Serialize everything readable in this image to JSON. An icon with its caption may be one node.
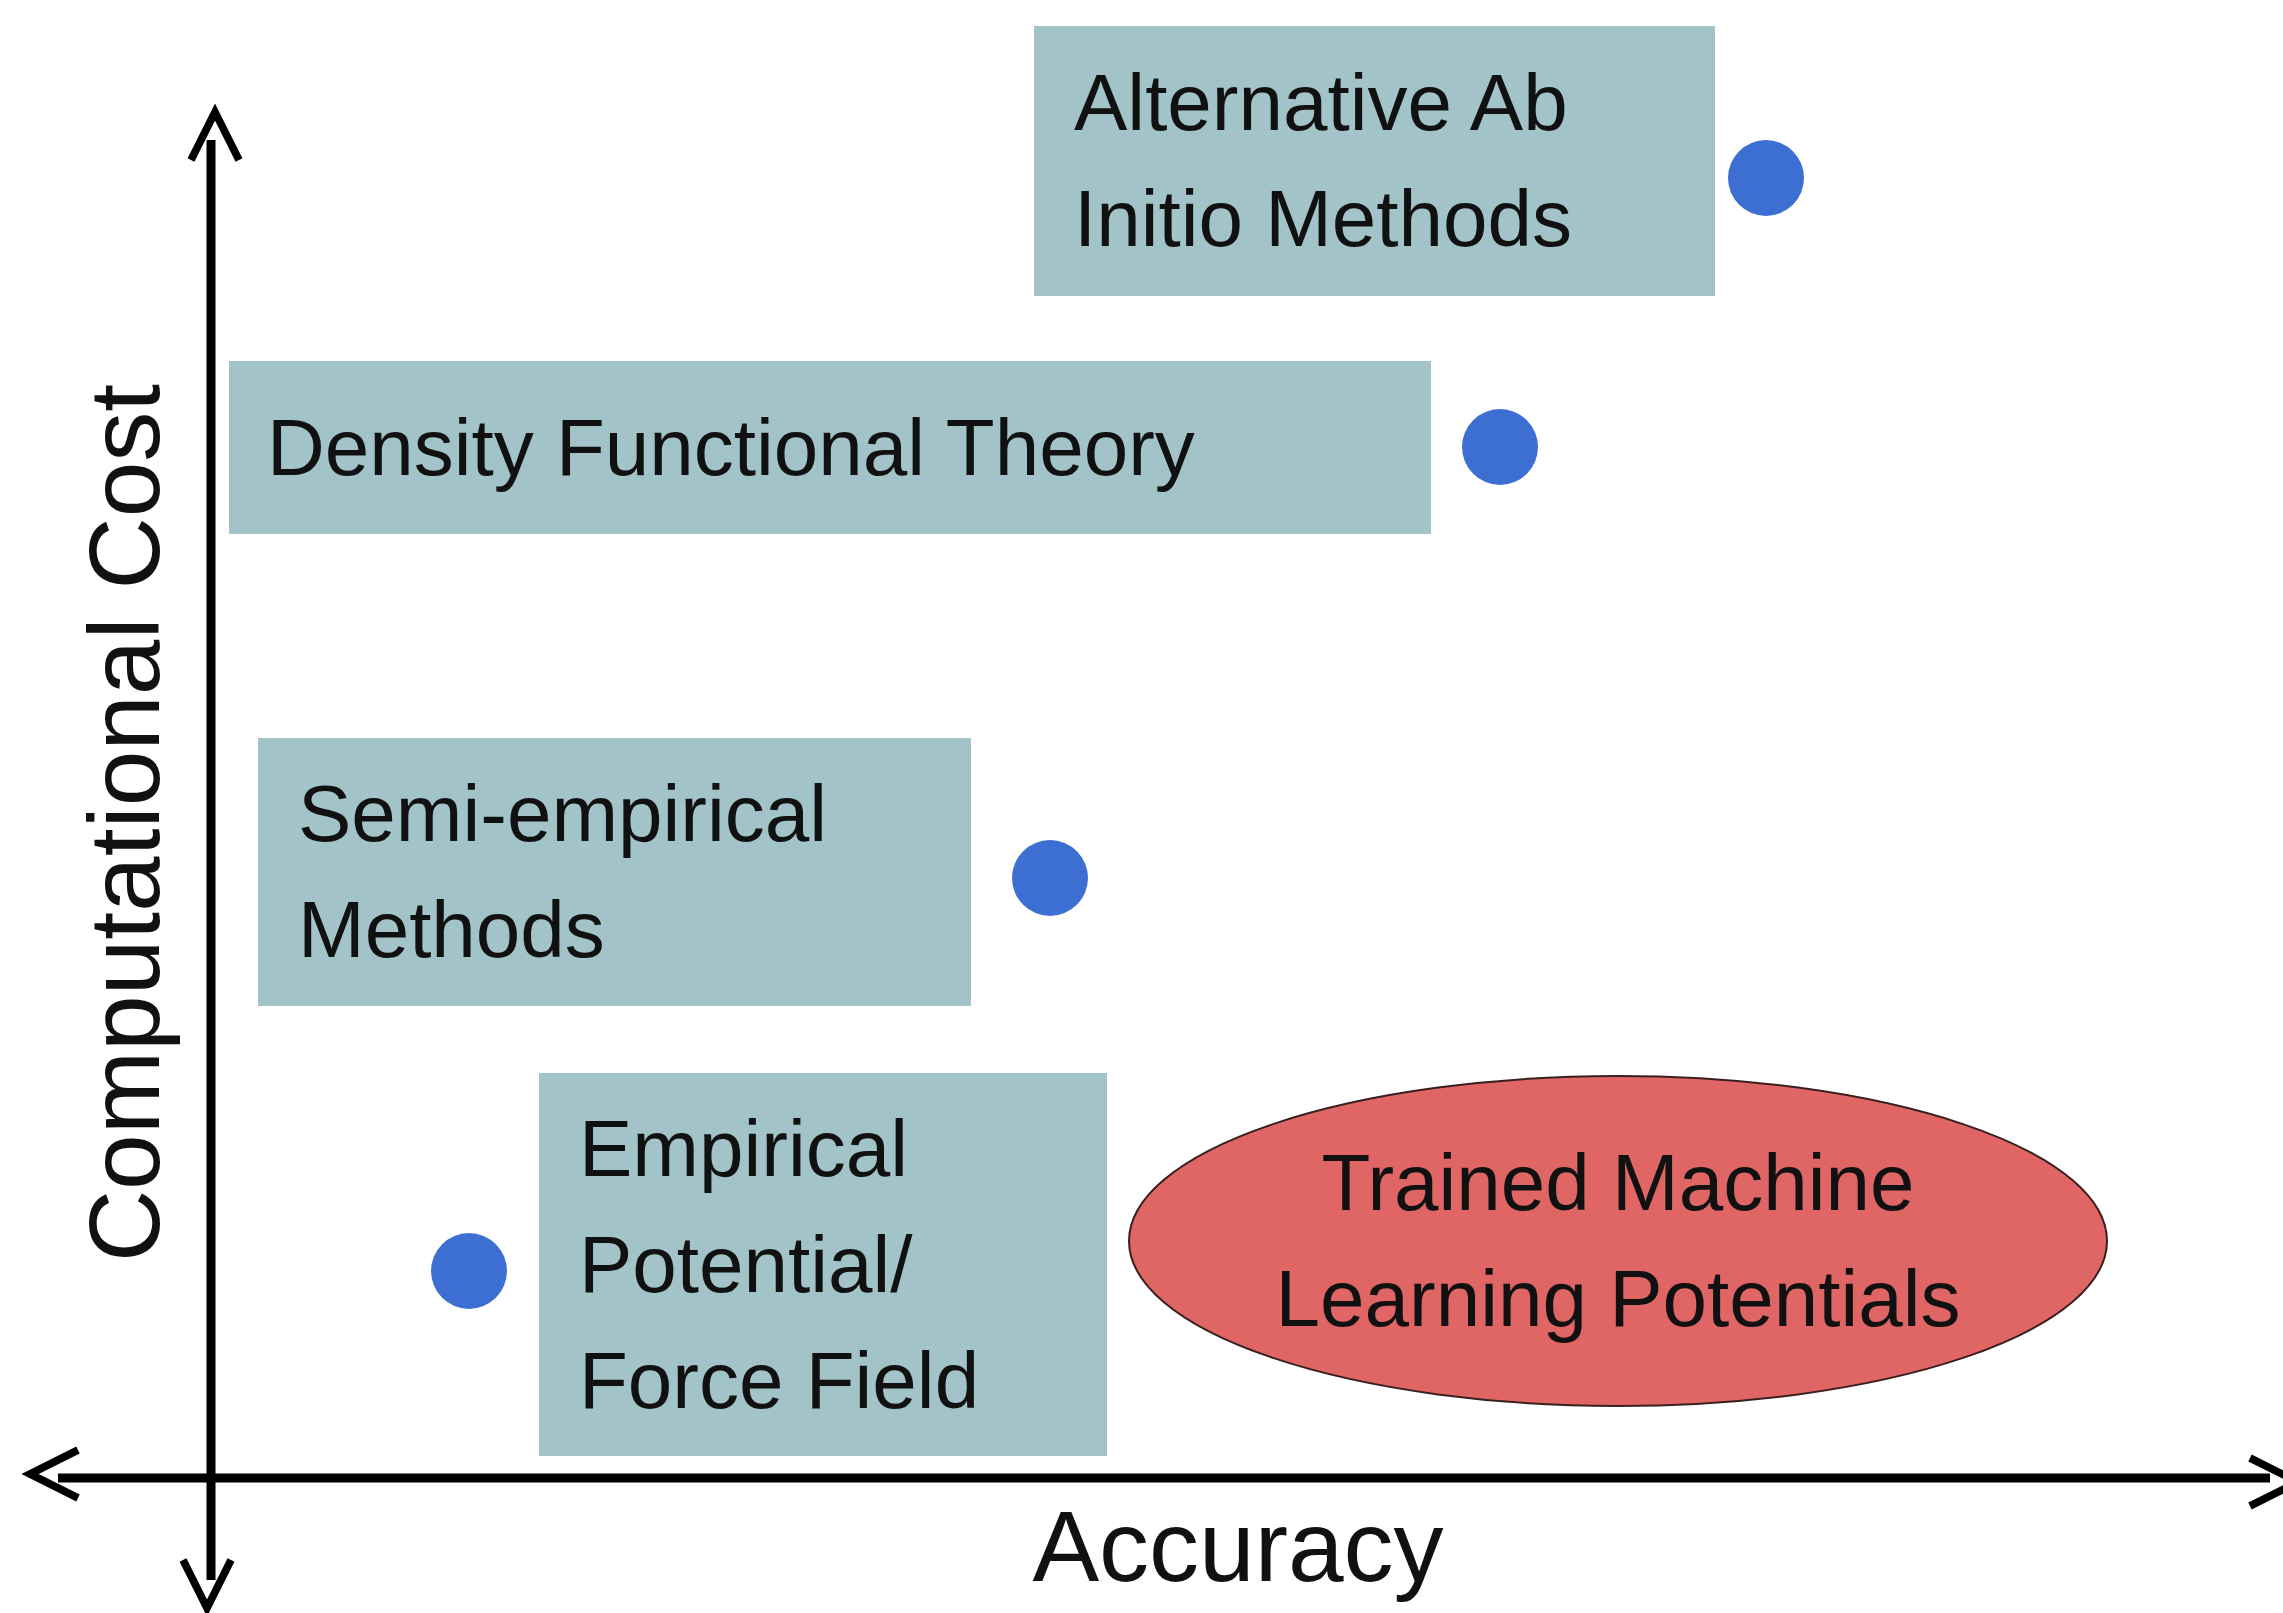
{
  "diagram": {
    "nodes": [
      {
        "text": [
          "Alternative Ab Initio Methods"
        ]
      },
      {
        "text": [],
        "shape": "circle"
      },
      {
        "text": [
          "Density Functional Theory"
        ]
      },
      {
        "text": [],
        "shape": "circle"
      },
      {
        "text": [
          "Semi-empirical Methods"
        ]
      },
      {
        "text": [],
        "shape": "circle"
      },
      {
        "text": [],
        "shape": "circle"
      },
      {
        "text": [
          "Empirical Potential/ Force Field"
        ]
      },
      {
        "text": [
          "Trained Machine Learning Potentials"
        ]
      }
    ],
    "edges": [],
    "labels": [
      "Computational Cost",
      "Accuracy"
    ]
  }
}
